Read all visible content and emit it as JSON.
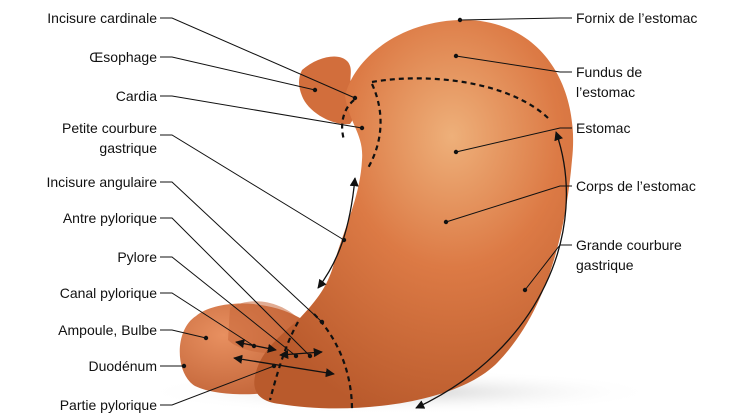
{
  "labels_left": [
    "Incisure cardinale",
    "Œsophage",
    "Cardia",
    "Petite courbure",
    "gastrique",
    "Incisure angulaire",
    "Antre pylorique",
    "Pylore",
    "Canal pylorique",
    "Ampoule, Bulbe",
    "Duodénum",
    "Partie pylorique"
  ],
  "labels_right": [
    "Fornix de l’estomac",
    "Fundus de",
    "l’estomac",
    "Estomac",
    "Corps de l’estomac",
    "Grande courbure",
    "gastrique"
  ],
  "colors": {
    "stomach_base": "#D9713D",
    "stomach_highlight": "#EBA66E",
    "stomach_shadow": "#B85A2E",
    "line": "#111111"
  }
}
